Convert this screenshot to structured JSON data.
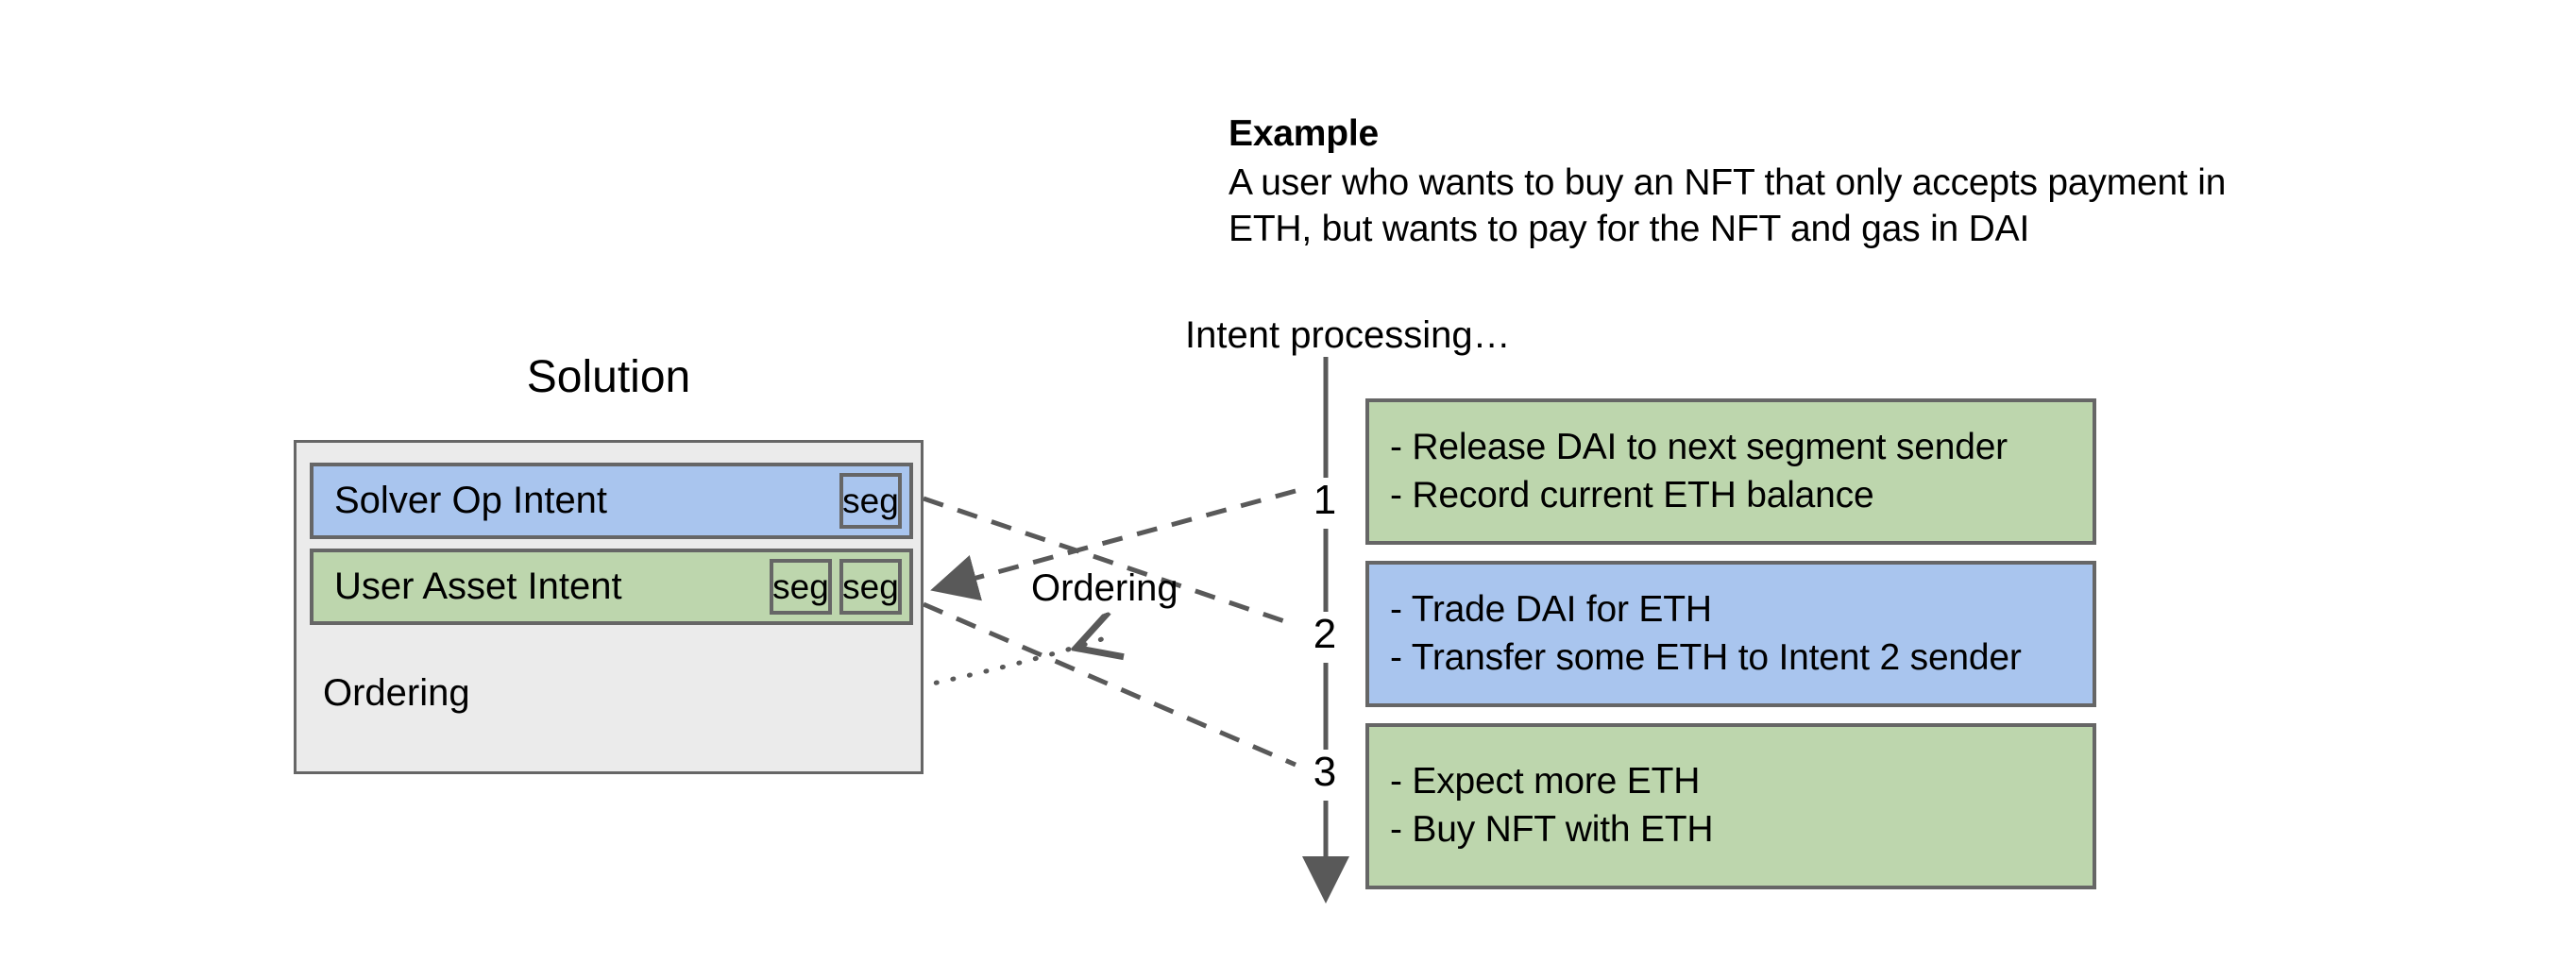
{
  "example": {
    "title": "Example",
    "line1": "A user who wants to buy an NFT that only accepts payment in",
    "line2": "ETH, but wants to pay for the NFT and gas in DAI"
  },
  "solution": {
    "title": "Solution",
    "ordering_label": "Ordering",
    "intents": [
      {
        "label": "Solver Op Intent",
        "color": "#a9c5ee",
        "segments": [
          "seg"
        ]
      },
      {
        "label": "User Asset Intent",
        "color": "#bdd6ad",
        "segments": [
          "seg",
          "seg"
        ]
      }
    ]
  },
  "middle": {
    "ordering_label": "Ordering"
  },
  "timeline": {
    "caption": "Intent processing…",
    "steps": [
      {
        "number": "1",
        "color": "#bdd6ad",
        "lines": [
          "- Release DAI to next segment sender",
          "- Record current ETH balance"
        ]
      },
      {
        "number": "2",
        "color": "#a9c5ee",
        "lines": [
          "- Trade DAI for ETH",
          "- Transfer some ETH to Intent 2 sender"
        ]
      },
      {
        "number": "3",
        "color": "#bdd6ad",
        "lines": [
          "- Expect more ETH",
          "- Buy NFT with ETH"
        ]
      }
    ]
  },
  "colors": {
    "blue": "#a9c5ee",
    "green": "#bdd6ad",
    "panel_grey": "#ebebeb",
    "stroke": "#666666",
    "text": "#000000"
  }
}
